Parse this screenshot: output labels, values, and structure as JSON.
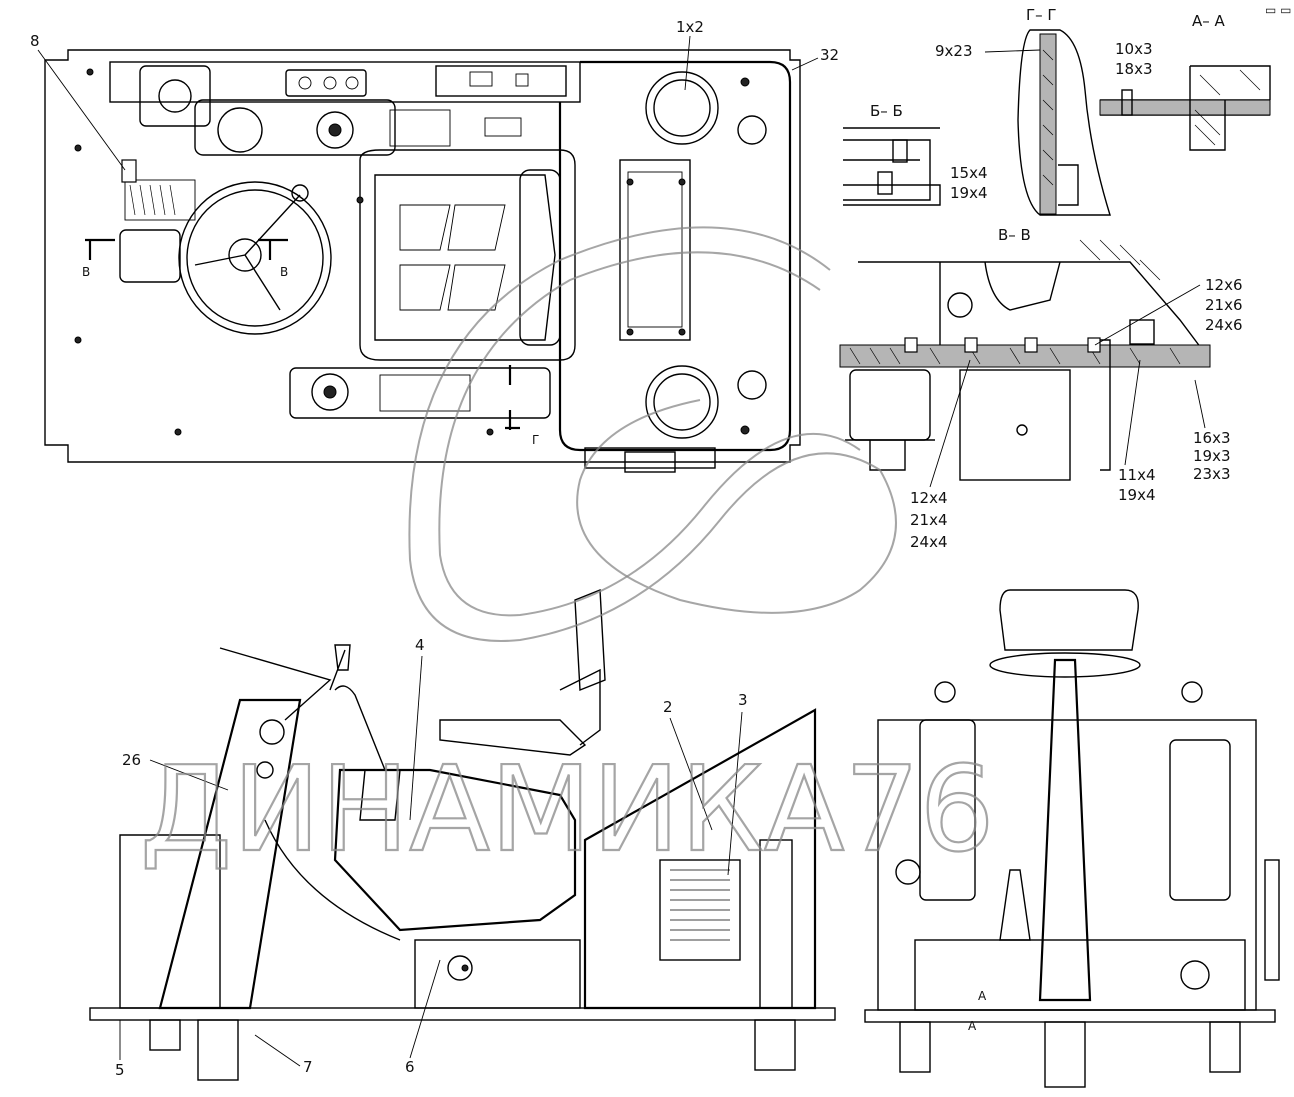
{
  "views": {
    "top": {
      "labels": [
        {
          "id": "8",
          "text": "8"
        },
        {
          "id": "1x2",
          "text": "1x2"
        },
        {
          "id": "32",
          "text": "32"
        }
      ],
      "section_marks": {
        "v_left": "В",
        "v_right": "В",
        "g": "Г"
      }
    },
    "section_bb": {
      "title": "Б– Б",
      "callouts": [
        "15x4",
        "19x4"
      ]
    },
    "section_gg": {
      "title": "Г– Г",
      "callouts": [
        "9x23"
      ]
    },
    "section_aa": {
      "title": "А– А",
      "callouts": [
        "10x3",
        "18x3"
      ]
    },
    "section_vv": {
      "title": "В– В",
      "callouts_top": [
        "12x6",
        "21x6",
        "24x6"
      ],
      "callouts_bottom_left": [
        "12x4",
        "21x4",
        "24x4"
      ],
      "callouts_bottom_mid": [
        "11x4",
        "19x4"
      ],
      "callouts_bottom_right": [
        "16x3",
        "19x3",
        "23x3"
      ]
    },
    "side": {
      "labels": [
        {
          "id": "4",
          "text": "4"
        },
        {
          "id": "2",
          "text": "2"
        },
        {
          "id": "3",
          "text": "3"
        },
        {
          "id": "26",
          "text": "26"
        },
        {
          "id": "5",
          "text": "5"
        },
        {
          "id": "7",
          "text": "7"
        },
        {
          "id": "6",
          "text": "6"
        }
      ]
    },
    "front": {
      "section_mark": "А"
    }
  },
  "watermark": {
    "text": "ДИНАМИКА76"
  },
  "corner_mark": "▭ ▭"
}
